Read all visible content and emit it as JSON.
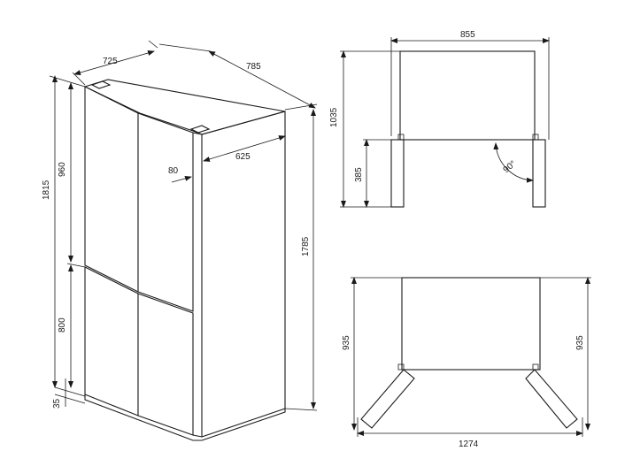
{
  "perspective_view": {
    "depth_top_left": "725",
    "width_top": "785",
    "height_total": "1815",
    "height_upper_doors": "960",
    "height_lower_doors": "800",
    "plinth_height": "35",
    "door_thickness": "80",
    "body_depth": "625",
    "height_body": "1785"
  },
  "top_view_90": {
    "width": "855",
    "depth_open": "1035",
    "door_depth": "385",
    "opening_angle": "90°"
  },
  "top_view_open": {
    "total_width_open": "1274",
    "depth_left": "935",
    "depth_right": "935"
  }
}
